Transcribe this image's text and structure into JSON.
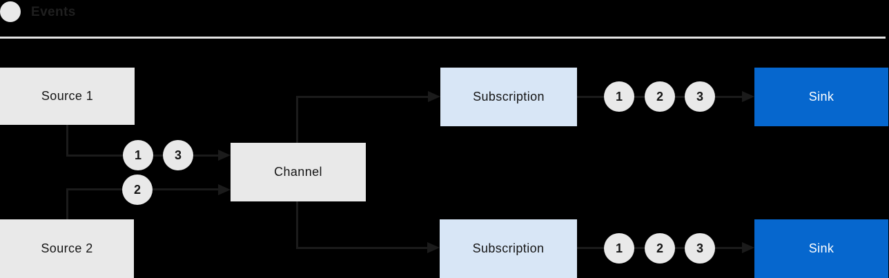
{
  "legend": {
    "label": "Events"
  },
  "nodes": {
    "source1": {
      "label": "Source 1"
    },
    "source2": {
      "label": "Source 2"
    },
    "channel": {
      "label": "Channel"
    },
    "subscription_top": {
      "label": "Subscription"
    },
    "subscription_bottom": {
      "label": "Subscription"
    },
    "sink_top": {
      "label": "Sink"
    },
    "sink_bottom": {
      "label": "Sink"
    }
  },
  "event_badges": {
    "source1_channel": [
      "1",
      "3"
    ],
    "source2_channel": [
      "2"
    ],
    "subscription_top_sink": [
      "1",
      "2",
      "3"
    ],
    "subscription_bottom_sink": [
      "1",
      "2",
      "3"
    ]
  },
  "colors": {
    "background": "#000000",
    "node_gray": "#e9e9e9",
    "node_light_blue": "#d8e6f6",
    "node_blue": "#0667ce",
    "node_text_dark": "#151515",
    "node_text_light": "#ffffff",
    "connector": "#1b1b1b",
    "event_circle_fill": "#e9e9e9",
    "divider": "#e3e3e3",
    "legend_text": "#1f1f1f"
  }
}
